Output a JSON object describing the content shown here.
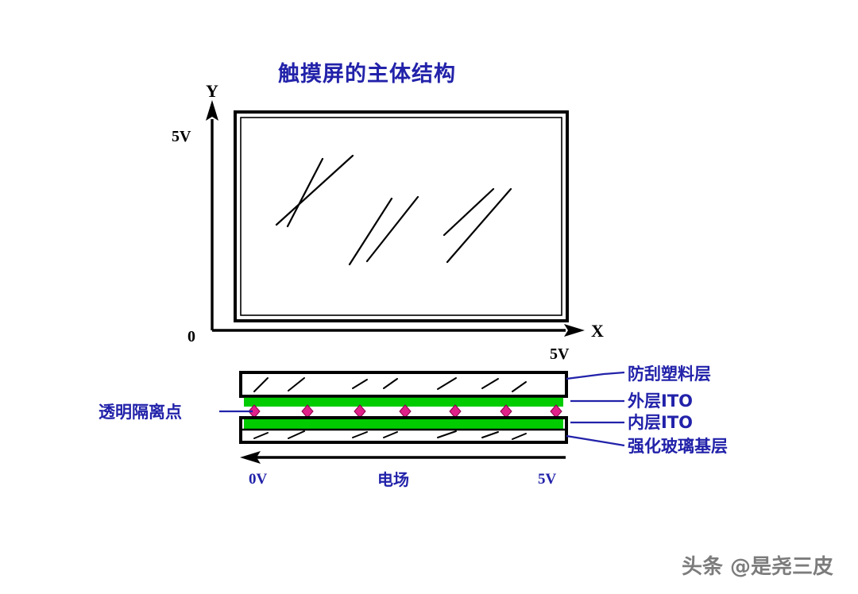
{
  "figure": {
    "title": "触摸屏的主体结构",
    "title_color": "#2222aa",
    "background_color": "#ffffff"
  },
  "coordinate_plane": {
    "y_axis_label": "Y",
    "y_axis_max_label": "5V",
    "origin_label": "0",
    "x_axis_label": "X",
    "x_axis_max_label": "5V",
    "axis_color": "#000000",
    "screen_fill": "#ffffff",
    "screen_border_color": "#000000"
  },
  "cross_section": {
    "left_callout": "透明隔离点",
    "layers": [
      {
        "name": "防刮塑料层",
        "type": "plastic",
        "color": "#ffffff"
      },
      {
        "name": "外层ITO",
        "type": "ito",
        "color": "#00cc00"
      },
      {
        "name": "内层ITO",
        "type": "ito",
        "color": "#00cc00"
      },
      {
        "name": "强化玻璃基层",
        "type": "glass",
        "color": "#ffffff"
      }
    ],
    "label_color": "#2222aa",
    "ito_color": "#00cc00",
    "separator_dot_color": "#e0218a",
    "separator_dot_count": 7
  },
  "field_annotation": {
    "left_voltage": "0V",
    "center_label": "电场",
    "right_voltage": "5V",
    "arrow_direction": "left",
    "text_color": "#2222aa",
    "arrow_color": "#000000"
  },
  "watermark": {
    "text": "头条 @是尧三皮"
  }
}
